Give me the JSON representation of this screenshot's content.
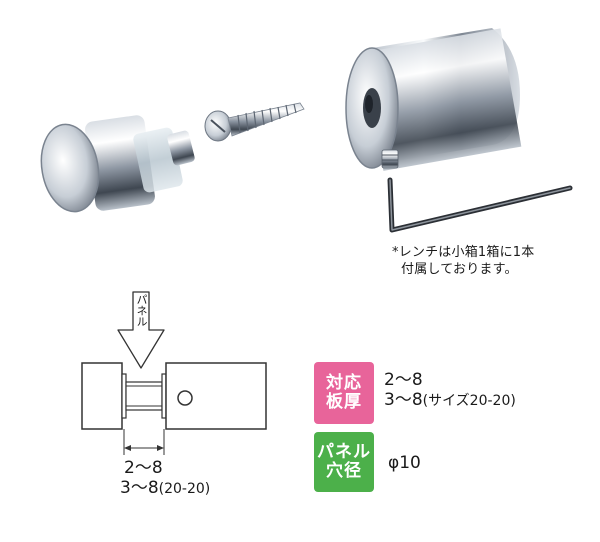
{
  "note": {
    "line1": "*レンチは小箱1箱に1本",
    "line2": "付属しております。"
  },
  "diagram": {
    "panel_label": "パネル",
    "dim_line1": "2〜8",
    "dim_line2_main": "3〜8",
    "dim_line2_paren": "(20-20)"
  },
  "specs": {
    "thickness_badge": [
      "対応",
      "板厚"
    ],
    "thickness_line1": "2〜8",
    "thickness_line2_main": "3〜8",
    "thickness_line2_paren": "(サイズ20-20)",
    "hole_badge": [
      "パネル",
      "穴径"
    ],
    "hole_value": "φ10"
  },
  "colors": {
    "pink_badge": "#e8649a",
    "green_badge": "#4cb04a",
    "chrome_dark": "#5b6470",
    "chrome_light": "#f4f6f8"
  }
}
